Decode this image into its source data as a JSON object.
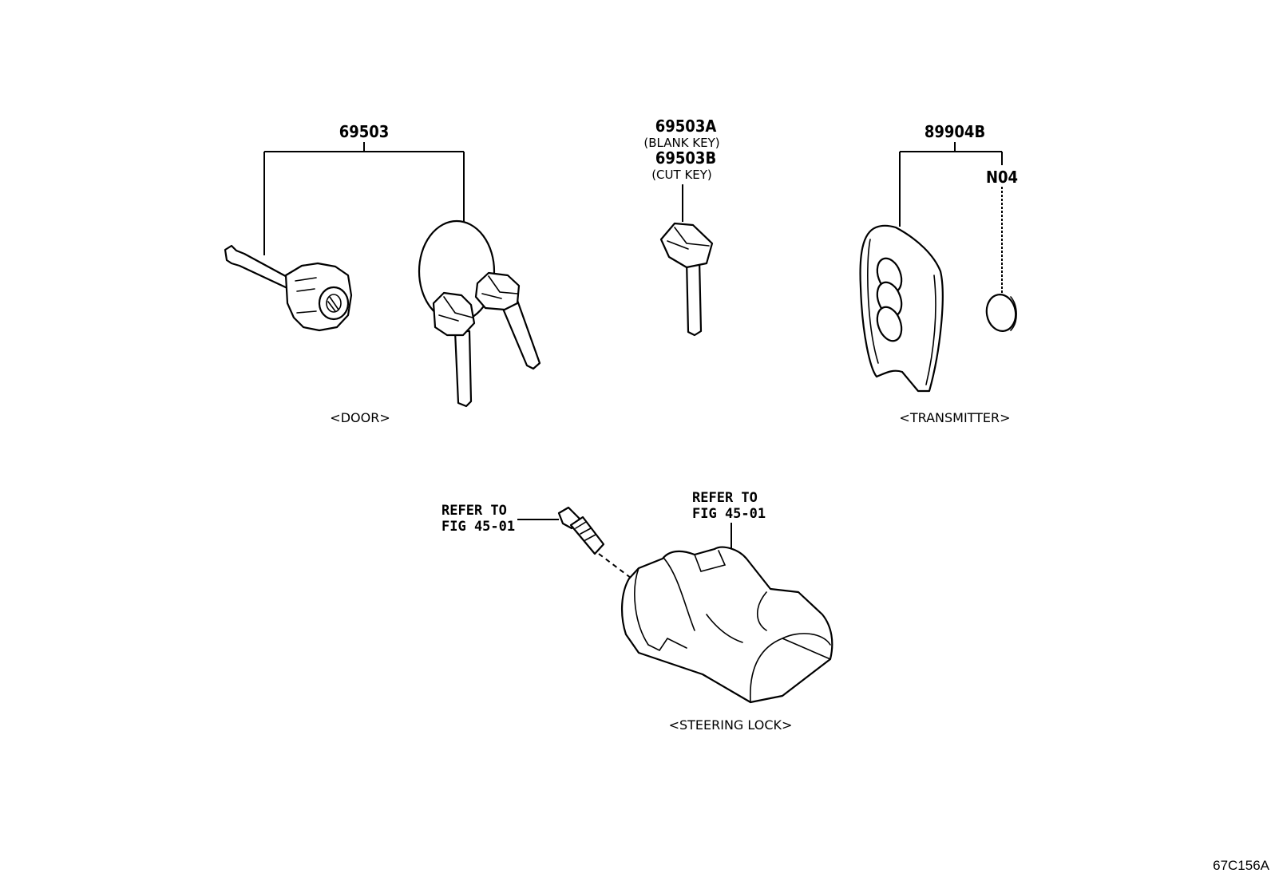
{
  "parts": {
    "door_cylinder_set": "69503",
    "key_blank": "69503A",
    "key_blank_note": "(BLANK KEY)",
    "key_cut": "69503B",
    "key_cut_note": "(CUT KEY)",
    "transmitter": "89904B",
    "battery": "N04"
  },
  "references": {
    "bolt_ref_line1": "REFER TO",
    "bolt_ref_line2": "FIG 45-01",
    "lock_ref_line1": "REFER TO",
    "lock_ref_line2": "FIG 45-01"
  },
  "captions": {
    "door": "<DOOR>",
    "transmitter": "<TRANSMITTER>",
    "steering_lock": "<STEERING LOCK>"
  },
  "figure_code": "67C156A"
}
